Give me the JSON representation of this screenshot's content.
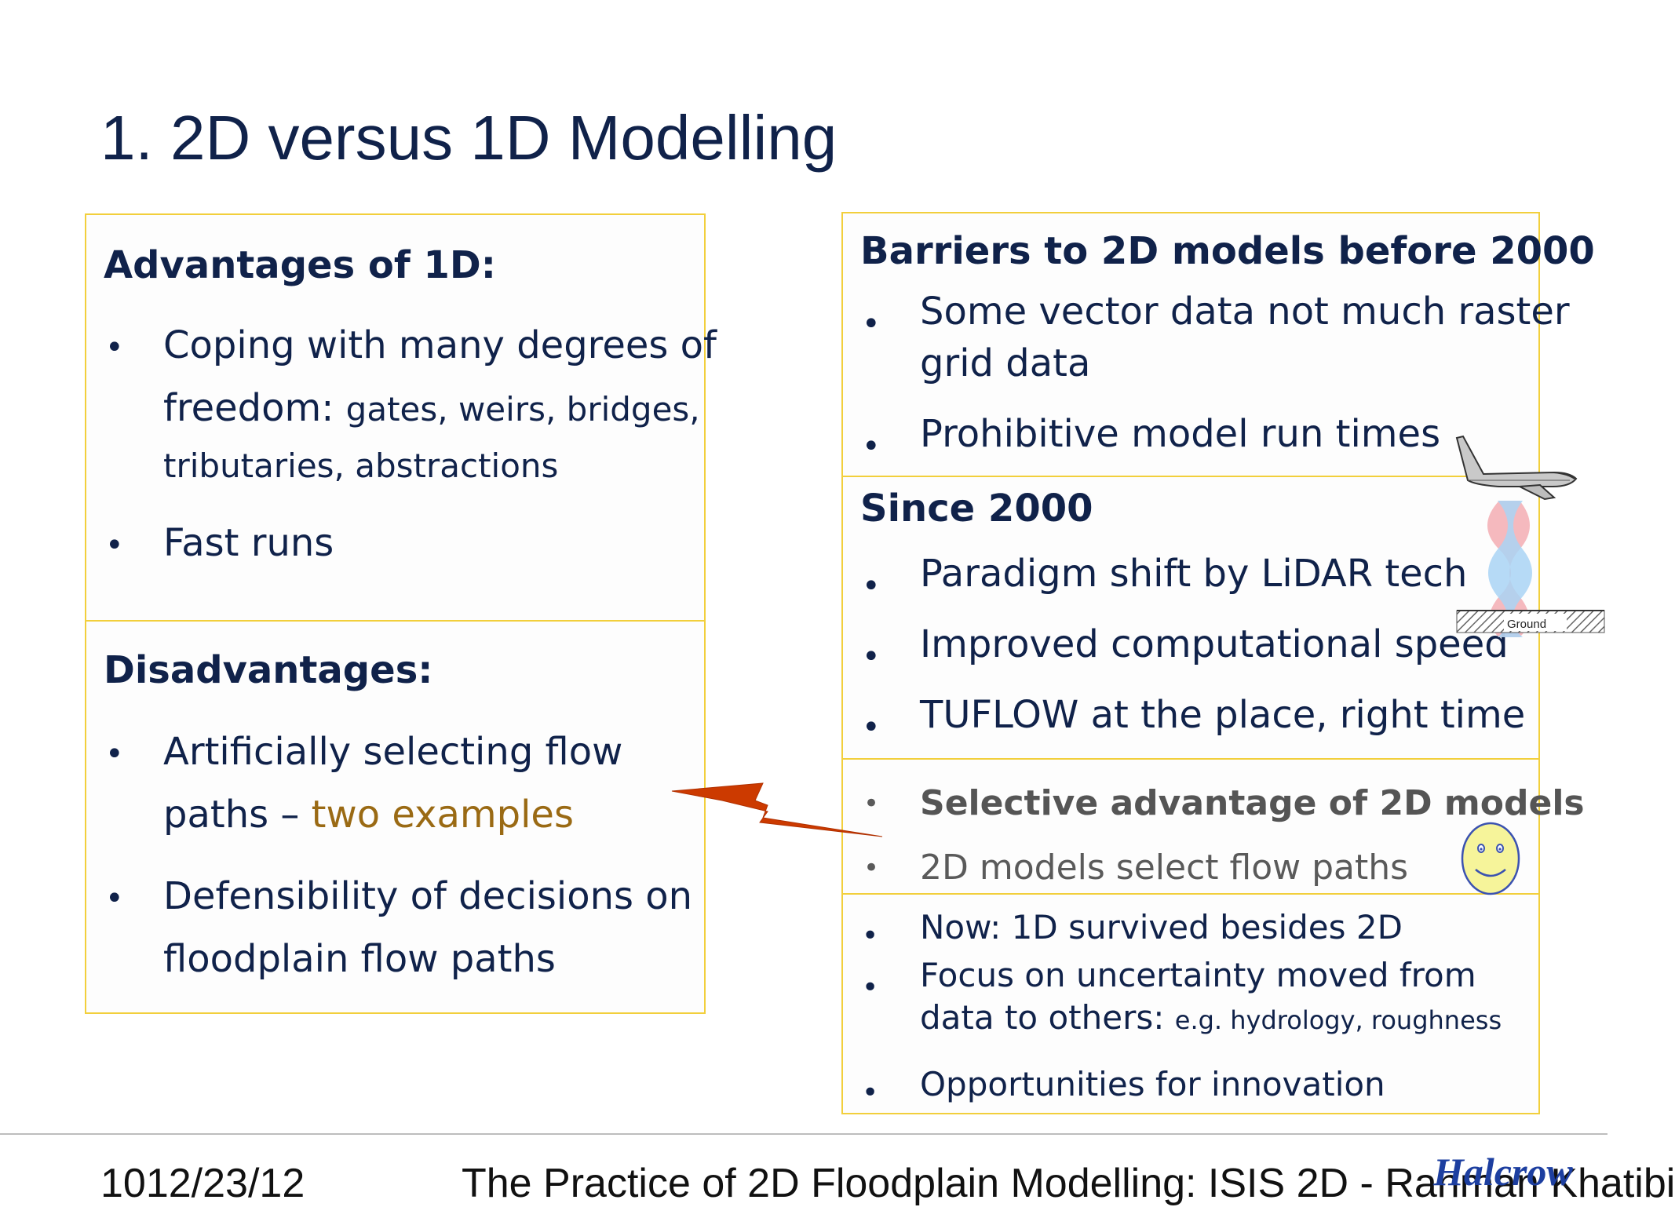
{
  "slide": {
    "title": "1. 2D versus 1D Modelling"
  },
  "advantages": {
    "heading": "Advantages of 1D:",
    "bullet": "•",
    "item1_line1": "Coping with many degrees of",
    "item1_line2a": "freedom: ",
    "item1_line2b": "gates, weirs, bridges,",
    "item1_line3": "tributaries, abstractions",
    "item2": "Fast runs"
  },
  "disadvantages": {
    "heading": "Disadvantages:",
    "item1_line1": "Artificially selecting flow",
    "item1_line2a": "paths – ",
    "item1_line2b": "two examples",
    "item2_line1": "Defensibility of decisions on",
    "item2_line2": "floodplain flow paths"
  },
  "barriers": {
    "heading": "Barriers to 2D models before 2000",
    "item1_line1": "Some vector data not much raster",
    "item1_line2": "grid data",
    "item2": "Prohibitive model run times"
  },
  "since2000": {
    "heading": "Since 2000",
    "item1": "Paradigm shift by LiDAR tech",
    "item2": "Improved computational speed",
    "item3": "TUFLOW at the place, right time"
  },
  "selective": {
    "item1": "Selective advantage of 2D models",
    "item2": "2D models select flow paths"
  },
  "now": {
    "item1": "Now: 1D survived besides 2D",
    "item2_line1": "Focus on uncertainty moved from",
    "item2_line2a": "data to others: ",
    "item2_line2b": "e.g. hydrology, roughness",
    "item3": "Opportunities for innovation"
  },
  "lidar_diagram": {
    "ground_label": "Ground",
    "icon": "airplane-icon"
  },
  "footer": {
    "date": "1012/23/12",
    "title": "The Practice of 2D Floodplain Modelling: ISIS 2D - Rahman Khatibi",
    "logo": "Halcrow"
  },
  "colors": {
    "box_border": "#f2cf3c",
    "text": "#10224a",
    "accent_orange": "#9a6a14",
    "lightning": "#cc3a00",
    "logo": "#1d3fa0"
  }
}
